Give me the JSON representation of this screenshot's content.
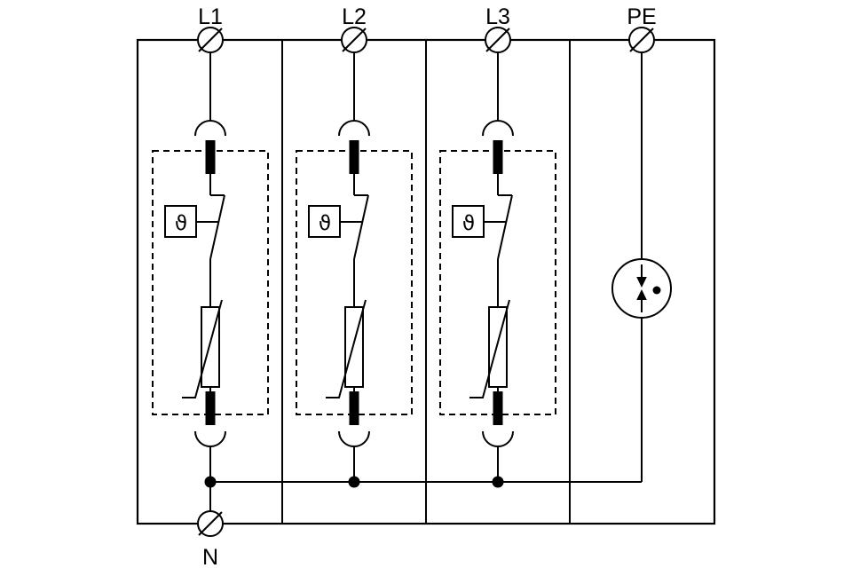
{
  "diagram": {
    "top_terminals": [
      {
        "label": "L1"
      },
      {
        "label": "L2"
      },
      {
        "label": "L3"
      },
      {
        "label": "PE"
      }
    ],
    "bottom_terminal": {
      "label": "N"
    },
    "module_symbol": {
      "theta": "ϑ"
    },
    "colors": {
      "line": "#000000",
      "background": "#ffffff"
    }
  }
}
